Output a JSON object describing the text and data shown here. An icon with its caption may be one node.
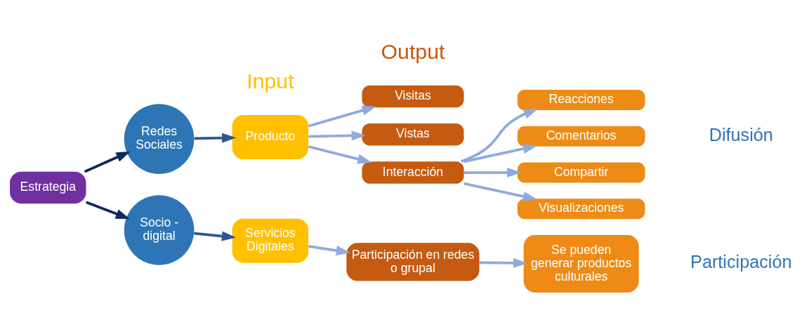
{
  "diagram": {
    "nodes": [
      {
        "text": [
          "Estrategia"
        ]
      },
      {
        "text": [
          "Redes Sociales"
        ]
      },
      {
        "text": [
          "Socio - digital"
        ]
      },
      {
        "text": [
          "Producto"
        ]
      },
      {
        "text": [
          "Visitas"
        ]
      },
      {
        "text": [
          "Vistas"
        ]
      },
      {
        "text": [
          "Interacción"
        ]
      },
      {
        "text": [
          "Reacciones"
        ]
      },
      {
        "text": [
          "Comentarios"
        ]
      },
      {
        "text": [
          "Compartir"
        ]
      },
      {
        "text": [
          "Visualizaciones"
        ]
      },
      {
        "text": [
          "Servicios Digitales"
        ]
      },
      {
        "text": [
          "Participación en redes o grupal"
        ]
      },
      {
        "text": [
          "Se pueden generar productos culturales"
        ]
      }
    ],
    "edges": [
      {
        "from": 0,
        "to": 1,
        "arrow": "to",
        "color": "#0d2a5c"
      },
      {
        "from": 0,
        "to": 2,
        "arrow": "to",
        "color": "#0d2a5c"
      },
      {
        "from": 1,
        "to": 3,
        "arrow": "to",
        "color": "#2f5597"
      },
      {
        "from": 3,
        "to": 4,
        "arrow": "to"
      },
      {
        "from": 3,
        "to": 5,
        "arrow": "to"
      },
      {
        "from": 3,
        "to": 6,
        "arrow": "to"
      },
      {
        "from": 6,
        "to": 7,
        "arrow": "to"
      },
      {
        "from": 6,
        "to": 8,
        "arrow": "to"
      },
      {
        "from": 6,
        "to": 9,
        "arrow": "to"
      },
      {
        "from": 6,
        "to": 10,
        "arrow": "to"
      },
      {
        "from": 2,
        "to": 11,
        "arrow": "to",
        "color": "#2f5597"
      },
      {
        "from": 11,
        "to": 12,
        "arrow": "to"
      },
      {
        "from": 12,
        "to": 13,
        "arrow": "to"
      }
    ],
    "labels": [
      "Input",
      "Output",
      "Difusión",
      "Participación"
    ]
  }
}
